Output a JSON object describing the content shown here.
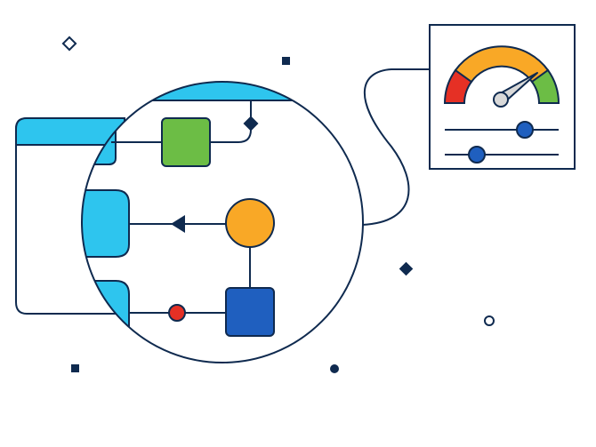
{
  "illustration": {
    "colors": {
      "outline": "#0f2a4f",
      "cyan": "#2ec5ee",
      "green": "#6cbd45",
      "orange": "#f9a826",
      "blue": "#1f5fbf",
      "red": "#e53025",
      "needle": "#d9d9d9",
      "background": "#ffffff"
    },
    "icons": {
      "gauge": "speedometer-icon",
      "sliders": "slider-controls-icon",
      "magnifier": "magnifying-lens",
      "window": "browser-window"
    },
    "gauge": {
      "level_fraction": 0.82
    },
    "sliders": [
      {
        "value_fraction": 0.72
      },
      {
        "value_fraction": 0.28
      }
    ]
  }
}
